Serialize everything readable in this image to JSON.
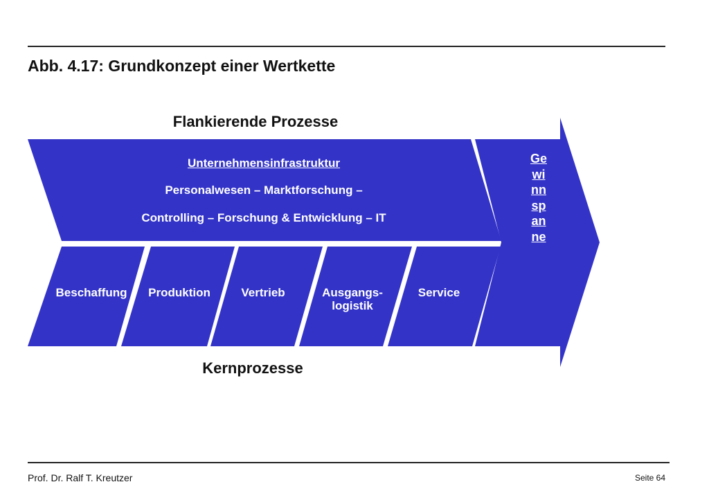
{
  "title": "Abb. 4.17: Grundkonzept einer Wertkette",
  "support": {
    "heading": "Flankierende Prozesse",
    "infrastructure": "Unternehmensinfrastruktur",
    "line1": "Personalwesen – Marktforschung –",
    "line2": "Controlling – Forschung & Entwicklung – IT"
  },
  "core": {
    "heading": "Kernprozesse",
    "items": [
      {
        "label": "Beschaffung"
      },
      {
        "label": "Produktion"
      },
      {
        "label": "Vertrieb"
      },
      {
        "label": "Ausgangs-\nlogistik"
      },
      {
        "label": "Service"
      }
    ]
  },
  "margin_label": "Gewinnspanne",
  "footer": {
    "author": "Prof. Dr. Ralf T. Kreutzer",
    "page": "Seite 64"
  },
  "colors": {
    "block": "#3333c8",
    "text_on_block": "#ffffff"
  }
}
